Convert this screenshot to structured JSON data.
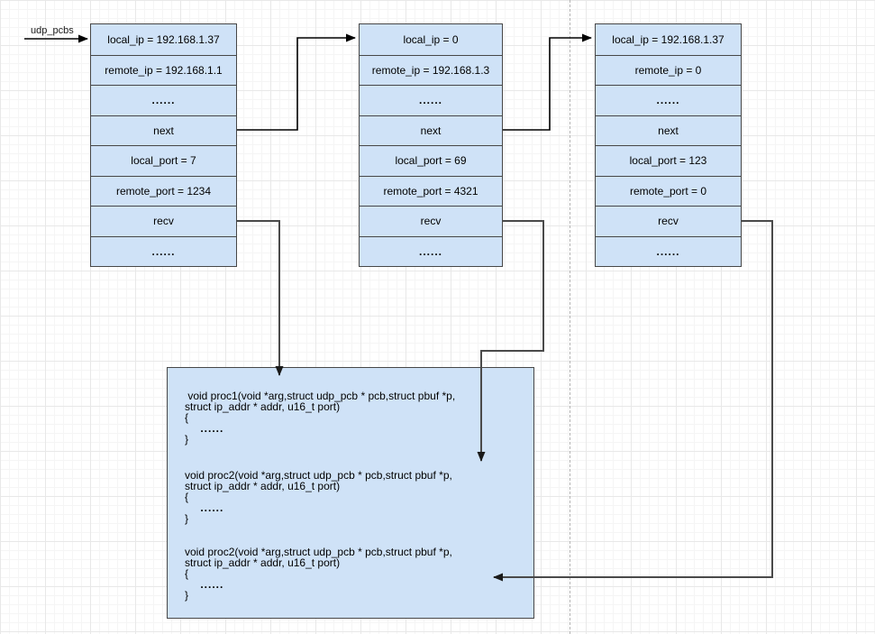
{
  "entry": {
    "label": "udp_pcbs"
  },
  "pcb_tables": [
    {
      "id": "pcb1",
      "rows": [
        "local_ip = 192.168.1.37",
        "remote_ip = 192.168.1.1",
        "......",
        "next",
        "local_port = 7",
        "remote_port = 1234",
        "recv",
        "......"
      ]
    },
    {
      "id": "pcb2",
      "rows": [
        "local_ip = 0",
        "remote_ip = 192.168.1.3",
        "......",
        "next",
        "local_port = 69",
        "remote_port = 4321",
        "recv",
        "......"
      ]
    },
    {
      "id": "pcb3",
      "rows": [
        "local_ip = 192.168.1.37",
        "remote_ip = 0",
        "......",
        "next",
        "local_port = 123",
        "remote_port = 0",
        "recv",
        "......"
      ]
    }
  ],
  "code_box": {
    "functions": [
      {
        "lines": [
          " void proc1(void *arg,struct udp_pcb * pcb,struct pbuf *p,",
          "struct ip_addr * addr, u16_t port)",
          "{",
          "    ......",
          "}"
        ]
      },
      {
        "lines": [
          "void proc2(void *arg,struct udp_pcb * pcb,struct pbuf *p,",
          "struct ip_addr * addr, u16_t port)",
          "{",
          "    ......",
          "}"
        ]
      },
      {
        "lines": [
          "void proc2(void *arg,struct udp_pcb * pcb,struct pbuf *p,",
          "struct ip_addr * addr, u16_t port)",
          "{",
          "    ......",
          "}"
        ]
      }
    ]
  },
  "colors": {
    "cell_fill": "#cfe2f7",
    "cell_border": "#474747",
    "next_connector": "#000000",
    "recv_connector": "#4a4a4a",
    "page_break": "#b3b3b3"
  }
}
